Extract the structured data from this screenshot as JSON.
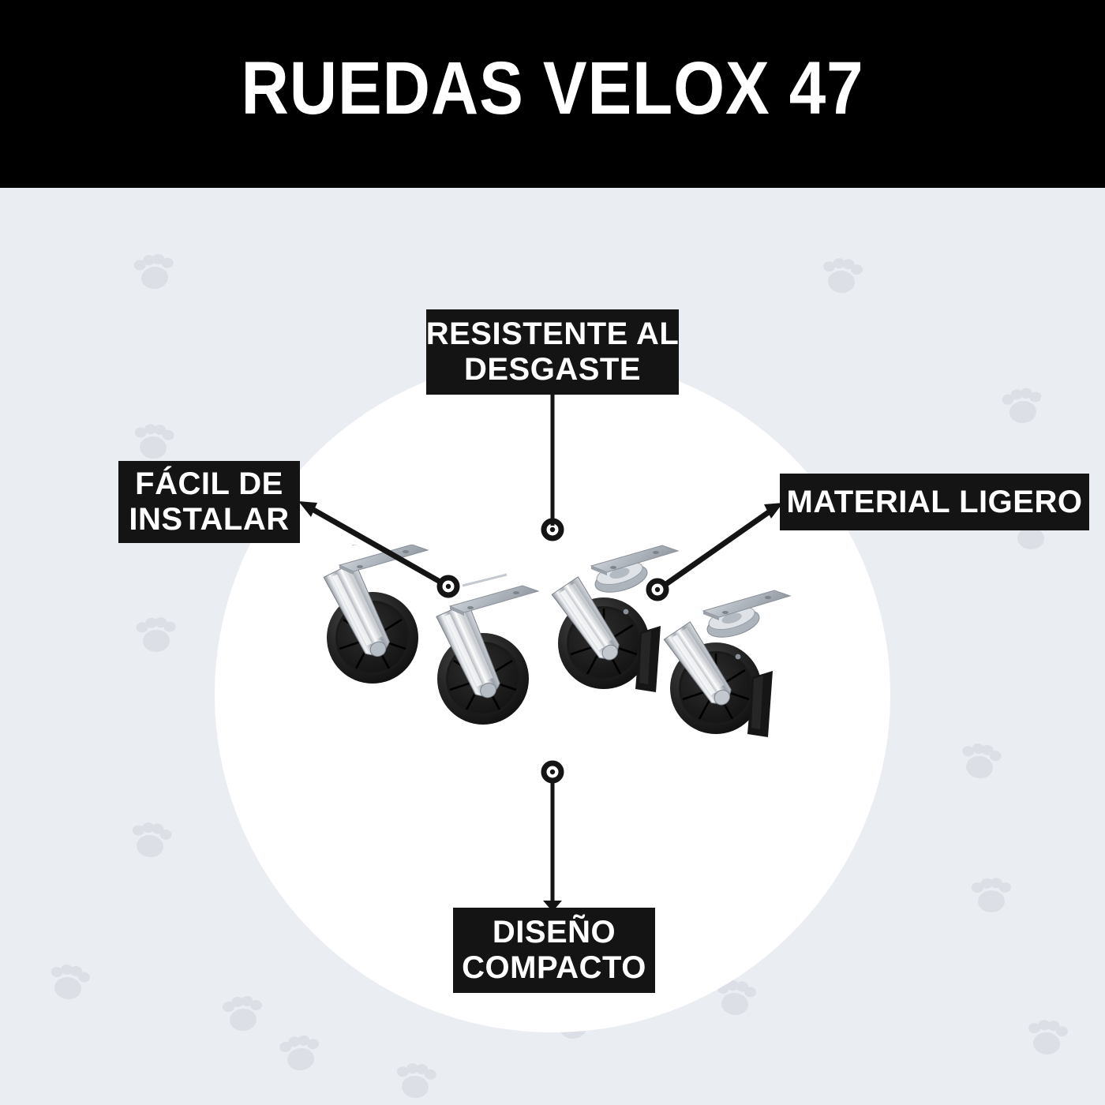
{
  "header": {
    "title": "RUEDAS VELOX 47",
    "background_color": "#000000",
    "text_color": "#ffffff"
  },
  "canvas": {
    "background_color": "#eaedf2",
    "watermark_color": "#dcdfe6",
    "watermark_icon": "paw-print-icon",
    "circle_color": "#ffffff"
  },
  "callouts": [
    {
      "id": "top",
      "name": "callout-resistente-al-desgaste",
      "lines": [
        "RESISTENTE AL",
        "DESGASTE"
      ],
      "connector": "vertical-line-down",
      "box_color": "#141414"
    },
    {
      "id": "left",
      "name": "callout-facil-de-instalar",
      "lines": [
        "FÁCIL DE",
        "INSTALAR"
      ],
      "connector": "diagonal-arrow-up-left",
      "box_color": "#141414"
    },
    {
      "id": "right",
      "name": "callout-material-ligero",
      "lines": [
        "MATERIAL LIGERO"
      ],
      "connector": "diagonal-arrow-up-right",
      "box_color": "#141414"
    },
    {
      "id": "bottom",
      "name": "callout-diseno-compacto",
      "lines": [
        "DISEÑO",
        "COMPACTO"
      ],
      "connector": "vertical-line-up",
      "box_color": "#141414"
    }
  ],
  "product": {
    "name": "caster-wheels-set",
    "items": [
      {
        "type": "rigid-caster",
        "wheel_color": "#1b1b1b",
        "fork_color": "#c9cdd2"
      },
      {
        "type": "rigid-caster",
        "wheel_color": "#1b1b1b",
        "fork_color": "#c9cdd2"
      },
      {
        "type": "swivel-caster-with-brake",
        "wheel_color": "#1b1b1b",
        "fork_color": "#c9cdd2"
      },
      {
        "type": "swivel-caster-with-brake",
        "wheel_color": "#1b1b1b",
        "fork_color": "#c9cdd2"
      }
    ]
  }
}
